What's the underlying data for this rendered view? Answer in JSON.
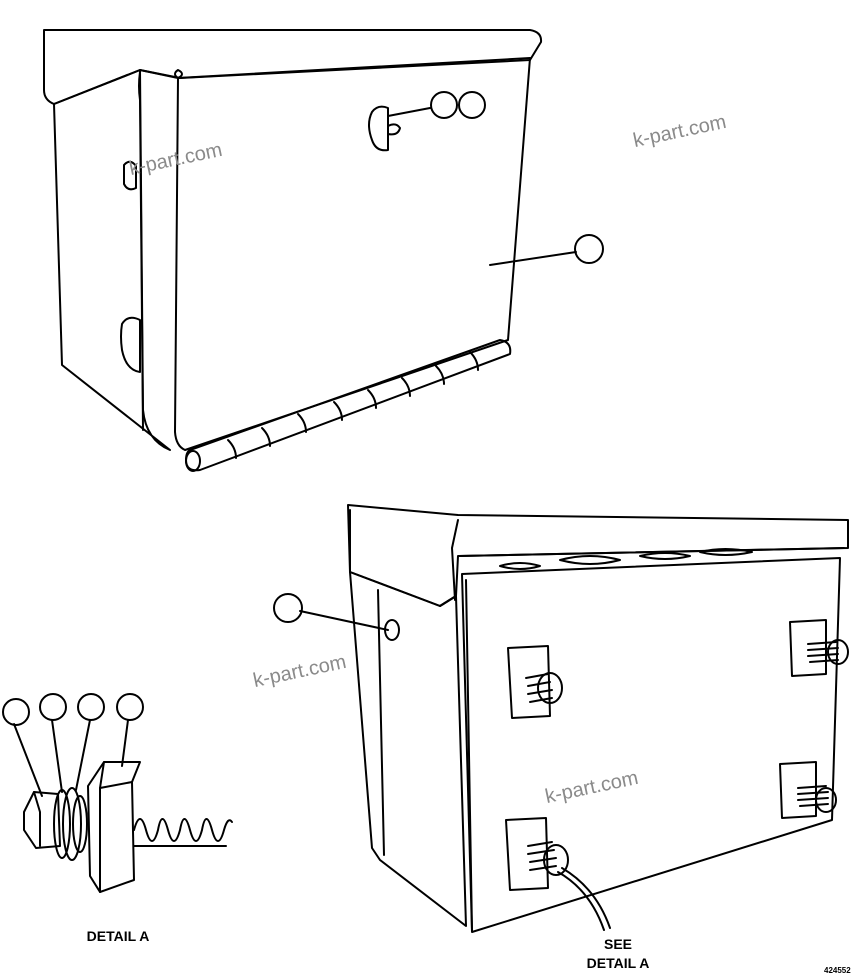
{
  "labels": {
    "detail_a": "DETAIL A",
    "see_detail_line1": "SEE",
    "see_detail_line2": "DETAIL A"
  },
  "watermarks": [
    "k-part.com",
    "k-part.com",
    "k-part.com",
    "k-part.com"
  ],
  "drawing_number": "424552",
  "colors": {
    "line": "#000000",
    "watermark": "#8a8a8a",
    "background": "#ffffff"
  }
}
